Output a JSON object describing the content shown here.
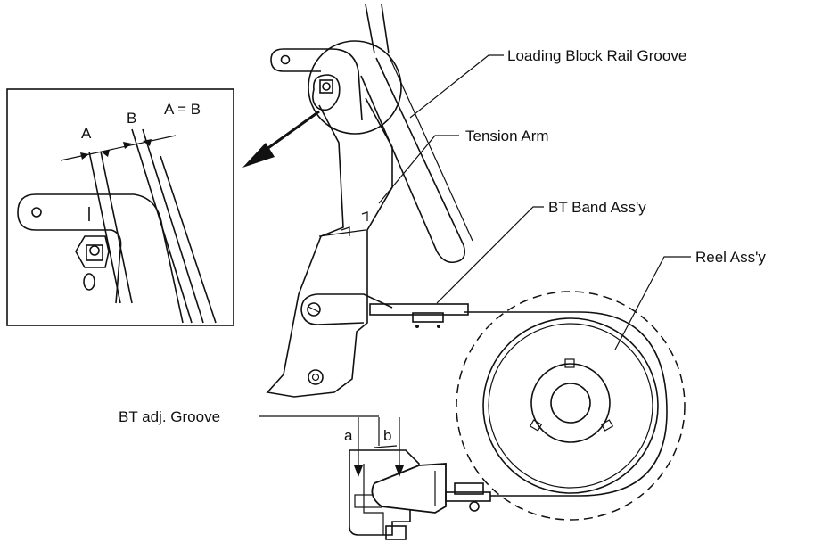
{
  "labels": {
    "loading_block_rail_groove": "Loading Block Rail Groove",
    "tension_arm": "Tension Arm",
    "bt_band_assy": "BT Band Ass'y",
    "reel_assy": "Reel Ass'y",
    "bt_adj_groove": "BT adj. Groove"
  },
  "inset": {
    "equation": "A = B",
    "mark_a": "A",
    "mark_b": "B"
  },
  "groove": {
    "mark_a": "a",
    "mark_b": "b"
  }
}
